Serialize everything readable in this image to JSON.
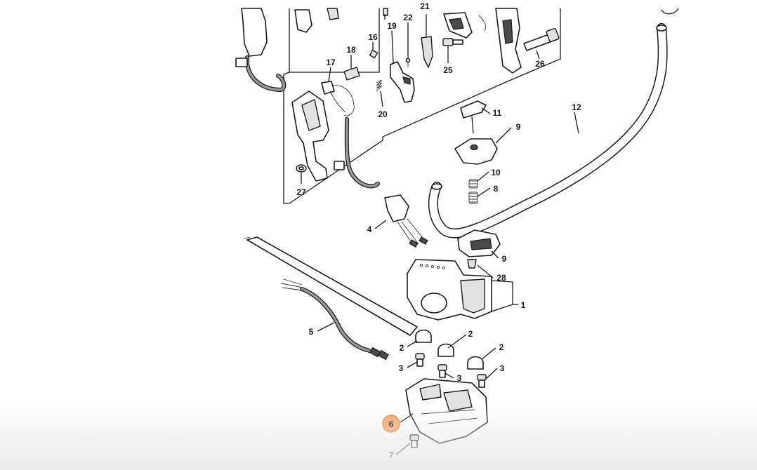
{
  "diagram": {
    "highlight_color": "#f2a46a",
    "highlight_stroke": "#e0883e",
    "callouts": [
      {
        "id": "lbl-1",
        "text": "1"
      },
      {
        "id": "lbl-2a",
        "text": "2"
      },
      {
        "id": "lbl-2b",
        "text": "2"
      },
      {
        "id": "lbl-2c",
        "text": "2"
      },
      {
        "id": "lbl-3a",
        "text": "3"
      },
      {
        "id": "lbl-3b",
        "text": "3"
      },
      {
        "id": "lbl-3c",
        "text": "3"
      },
      {
        "id": "lbl-4",
        "text": "4"
      },
      {
        "id": "lbl-5",
        "text": "5"
      },
      {
        "id": "lbl-6",
        "text": "6"
      },
      {
        "id": "lbl-7",
        "text": "7"
      },
      {
        "id": "lbl-8",
        "text": "8"
      },
      {
        "id": "lbl-9a",
        "text": "9"
      },
      {
        "id": "lbl-9b",
        "text": "9"
      },
      {
        "id": "lbl-10",
        "text": "10"
      },
      {
        "id": "lbl-11",
        "text": "11"
      },
      {
        "id": "lbl-12",
        "text": "12"
      },
      {
        "id": "lbl-16",
        "text": "16"
      },
      {
        "id": "lbl-17",
        "text": "17"
      },
      {
        "id": "lbl-18",
        "text": "18"
      },
      {
        "id": "lbl-19",
        "text": "19"
      },
      {
        "id": "lbl-20",
        "text": "20"
      },
      {
        "id": "lbl-21",
        "text": "21"
      },
      {
        "id": "lbl-22",
        "text": "22"
      },
      {
        "id": "lbl-25",
        "text": "25"
      },
      {
        "id": "lbl-26",
        "text": "26"
      },
      {
        "id": "lbl-27",
        "text": "27"
      },
      {
        "id": "lbl-28",
        "text": "28"
      }
    ]
  }
}
